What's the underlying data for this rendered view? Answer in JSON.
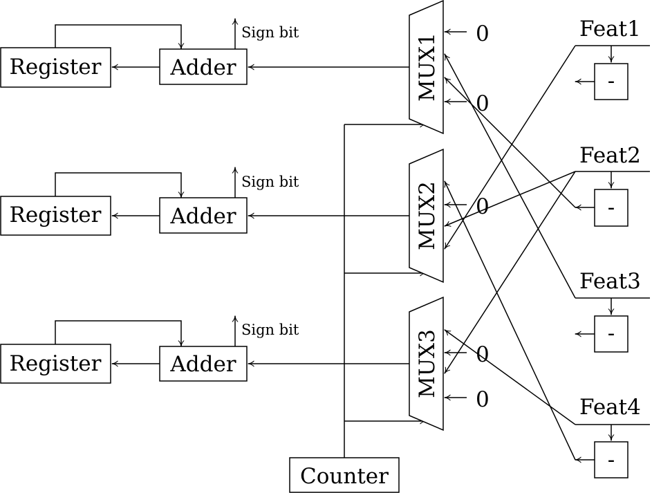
{
  "diagram": {
    "registers": [
      {
        "label": "Register"
      },
      {
        "label": "Register"
      },
      {
        "label": "Register"
      }
    ],
    "adders": [
      {
        "label": "Adder",
        "output": "Sign bit"
      },
      {
        "label": "Adder",
        "output": "Sign bit"
      },
      {
        "label": "Adder",
        "output": "Sign bit"
      }
    ],
    "muxes": [
      {
        "label": "MUX1",
        "zeros": [
          "0",
          "0"
        ]
      },
      {
        "label": "MUX2",
        "zeros": [
          "0"
        ]
      },
      {
        "label": "MUX3",
        "zeros": [
          "0",
          "0"
        ]
      }
    ],
    "features": [
      {
        "label": "Feat1",
        "op": "-"
      },
      {
        "label": "Feat2",
        "op": "-"
      },
      {
        "label": "Feat3",
        "op": "-"
      },
      {
        "label": "Feat4",
        "op": "-"
      }
    ],
    "counter": {
      "label": "Counter"
    }
  }
}
